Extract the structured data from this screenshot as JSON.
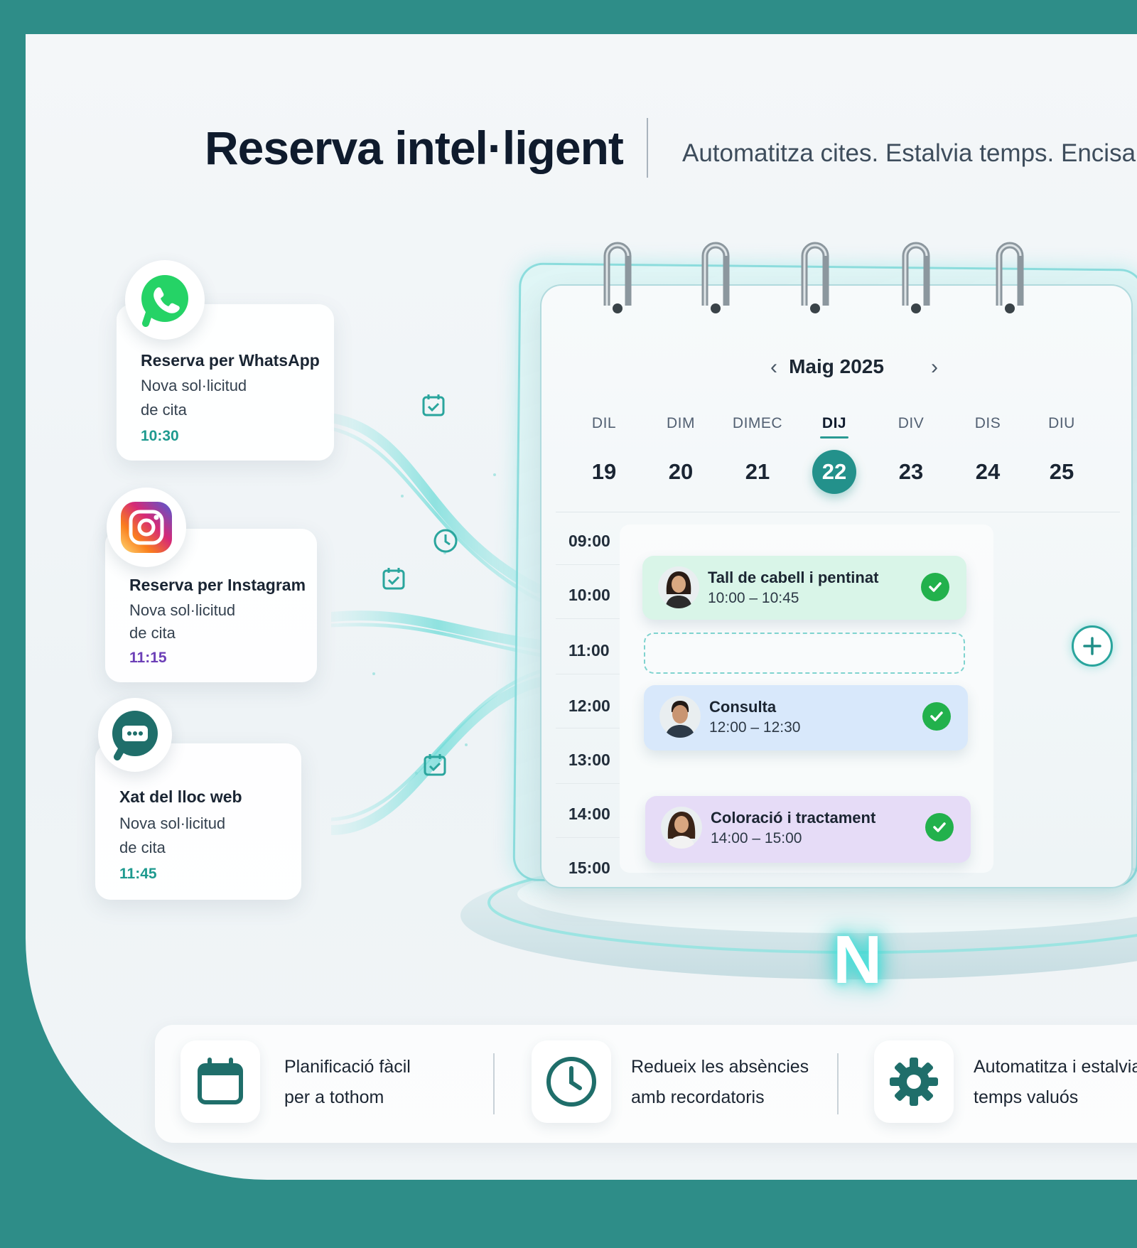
{
  "header": {
    "title": "Reserva intel·ligent",
    "subtitle": "Automatitza cites. Estalvia temps. Encisa"
  },
  "channels": [
    {
      "icon": "whatsapp-icon",
      "title": "Reserva per WhatsApp",
      "line1": "Nova sol·licitud",
      "line2": "de cita",
      "time": "10:30",
      "time_color": "#1e9a8f"
    },
    {
      "icon": "instagram-icon",
      "title": "Reserva per Instagram",
      "line1": "Nova sol·licitud",
      "line2": "de cita",
      "time": "11:15",
      "time_color": "#6c3fb7"
    },
    {
      "icon": "chat-icon",
      "title": "Xat del lloc web",
      "line1": "Nova sol·licitud",
      "line2": "de cita",
      "time": "11:45",
      "time_color": "#1e9a8f"
    }
  ],
  "calendar": {
    "month": "Maig 2025",
    "prev": "‹",
    "next": "›",
    "days": [
      {
        "name": "DIL",
        "num": "19"
      },
      {
        "name": "DIM",
        "num": "20"
      },
      {
        "name": "DIMEC",
        "num": "21"
      },
      {
        "name": "DIJ",
        "num": "22",
        "active": true
      },
      {
        "name": "DIV",
        "num": "23"
      },
      {
        "name": "DIS",
        "num": "24"
      },
      {
        "name": "DIU",
        "num": "25"
      }
    ],
    "hours": [
      "09:00",
      "10:00",
      "11:00",
      "12:00",
      "13:00",
      "14:00",
      "15:00"
    ],
    "appointments": [
      {
        "title": "Tall de cabell i pentinat",
        "time": "10:00 – 10:45",
        "color": "#d9f5e8",
        "status": "confirmed"
      },
      {
        "title": "Consulta",
        "time": "12:00 – 12:30",
        "color": "#d8e8fb",
        "status": "confirmed"
      },
      {
        "title": "Coloració i tractament",
        "time": "14:00 – 15:00",
        "color": "#e6dcf7",
        "status": "confirmed"
      }
    ],
    "add_label": "+"
  },
  "brand": {
    "logo": "N",
    "accent": "#23918b"
  },
  "features": [
    {
      "icon": "calendar-icon",
      "line1": "Planificació fàcil",
      "line2": "per a tothom"
    },
    {
      "icon": "clock-icon",
      "line1": "Redueix les absències",
      "line2": "amb recordatoris"
    },
    {
      "icon": "gear-icon",
      "line1": "Automatitza i estalvia",
      "line2": "temps valuós"
    }
  ]
}
